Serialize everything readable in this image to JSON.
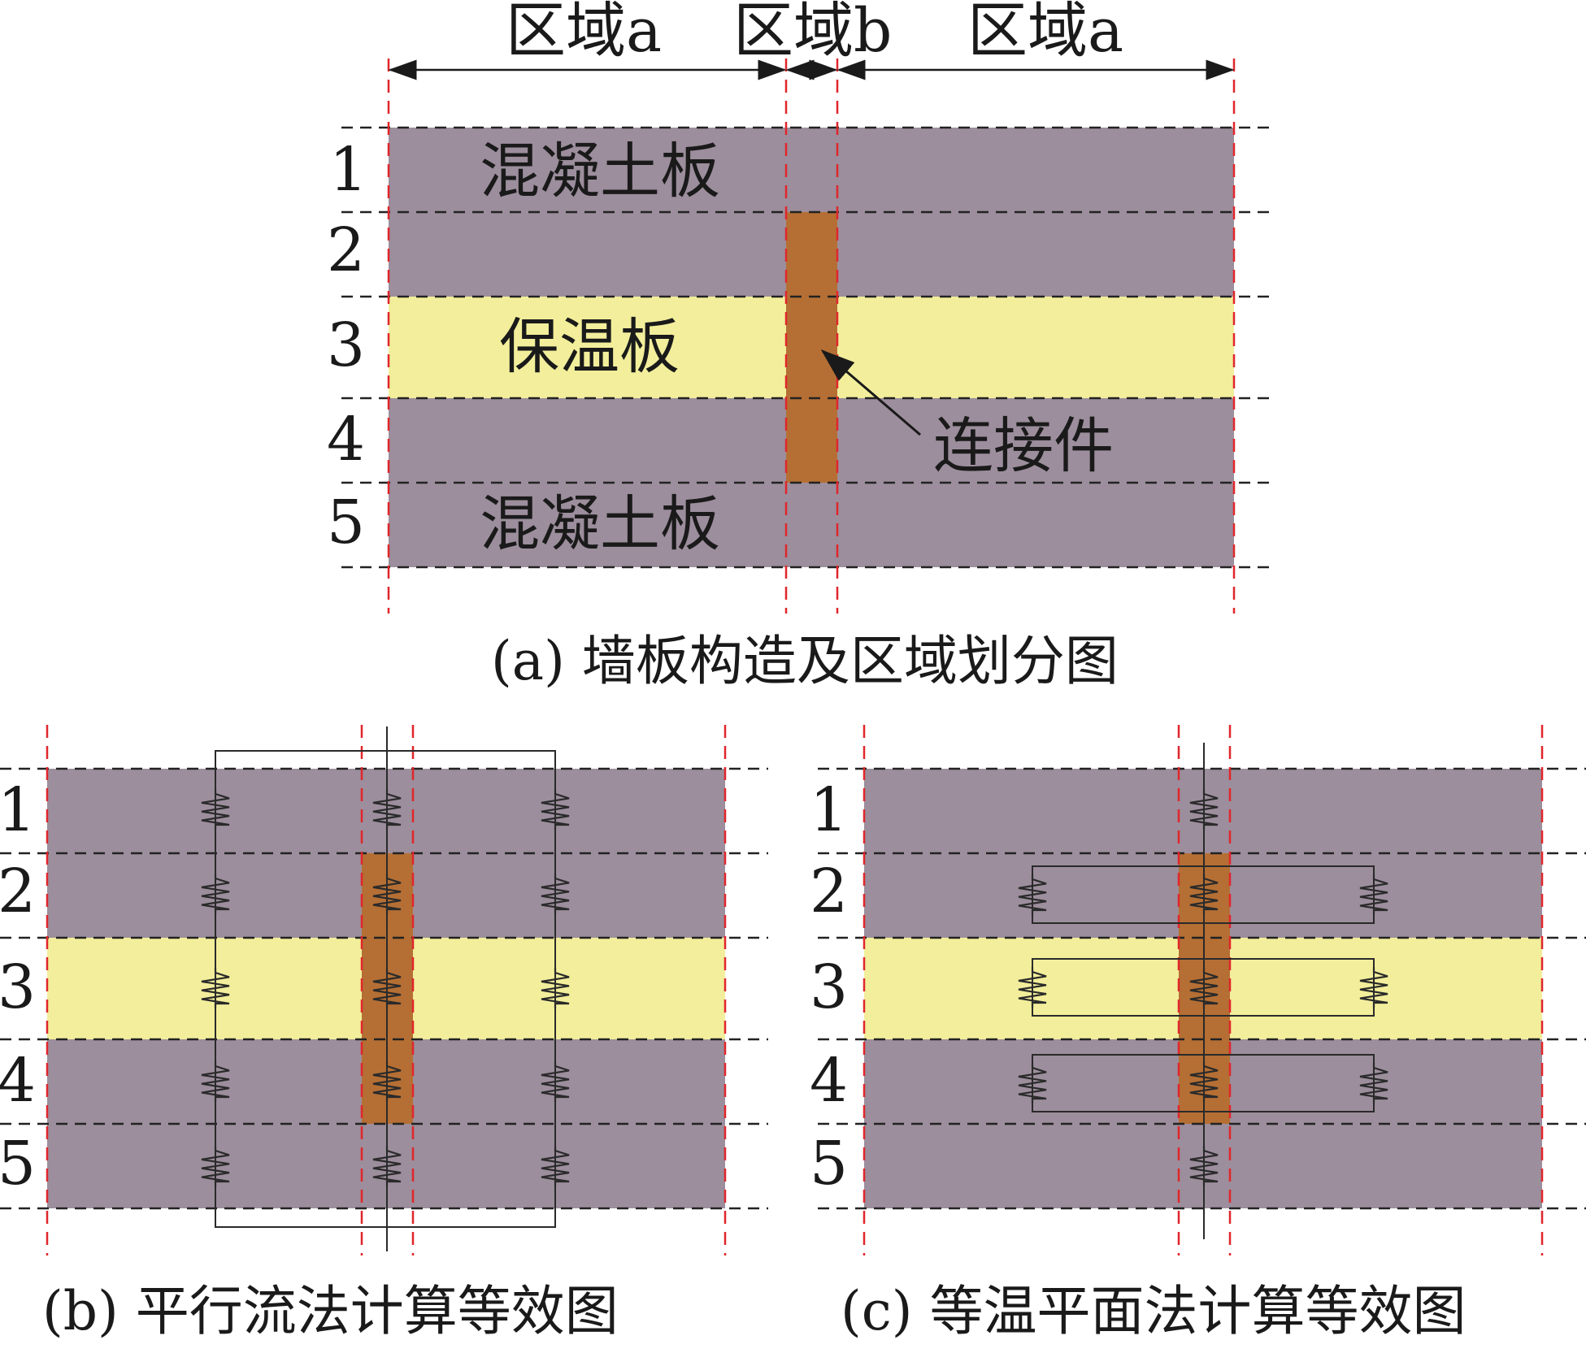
{
  "colors": {
    "concrete": "#9c8e9c",
    "insulation": "#f2ee9b",
    "connector": "#b56f34",
    "guide_red": "#e0262b",
    "dash_black": "#222222",
    "spring": "#2a2a2a"
  },
  "panel_a": {
    "region_labels": [
      "区域a",
      "区域b",
      "区域a"
    ],
    "layer_numbers": [
      "1",
      "2",
      "3",
      "4",
      "5"
    ],
    "concrete_top_label": "混凝土板",
    "insulation_label": "保温板",
    "concrete_bottom_label": "混凝土板",
    "connector_label": "连接件",
    "caption": "(a) 墙板构造及区域划分图"
  },
  "panel_b": {
    "layer_numbers": [
      "1",
      "2",
      "3",
      "4",
      "5"
    ],
    "caption": "(b) 平行流法计算等效图"
  },
  "panel_c": {
    "layer_numbers": [
      "1",
      "2",
      "3",
      "4",
      "5"
    ],
    "caption": "(c) 等温平面法计算等效图"
  }
}
